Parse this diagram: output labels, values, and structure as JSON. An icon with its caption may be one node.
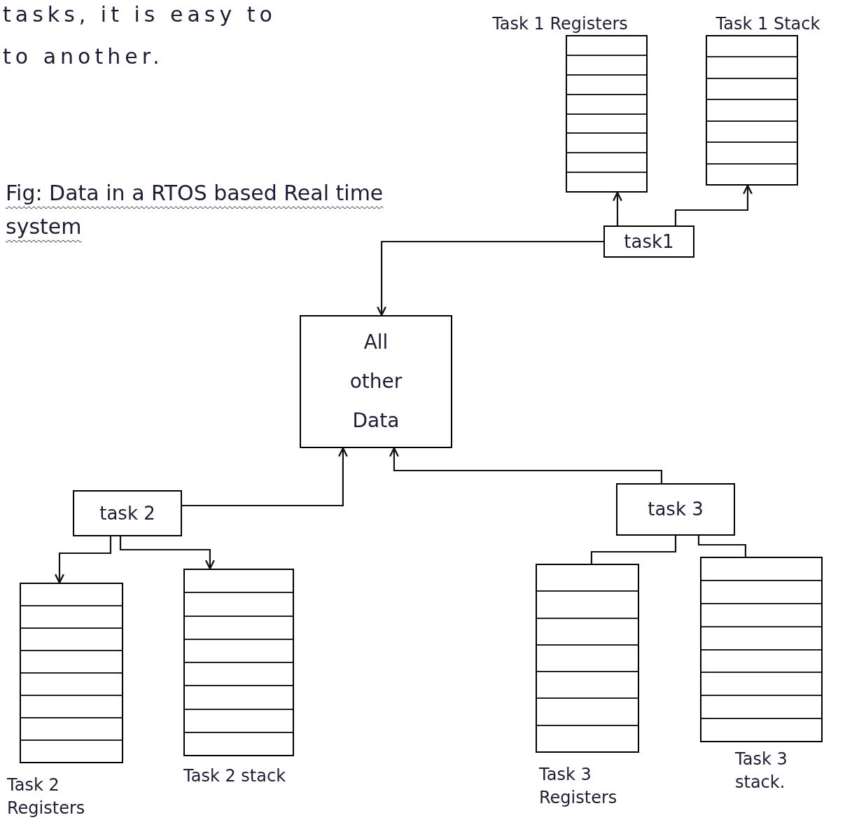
{
  "diagram": {
    "caption": "Fig: Data in a RTOS based Real time system",
    "nodes": [
      {
        "text": [
          "Task 1 Registers"
        ]
      },
      {
        "text": [
          "Task 1 Stack"
        ]
      },
      {
        "text": [
          "task1"
        ]
      },
      {
        "text": [
          "All other Data"
        ]
      },
      {
        "text": [
          "task 2"
        ]
      },
      {
        "text": [
          "Task 2 Registers"
        ]
      },
      {
        "text": [
          "Task 2 stack"
        ]
      },
      {
        "text": [
          "task 3"
        ]
      },
      {
        "text": [
          "Task 3 Registers"
        ]
      },
      {
        "text": [
          "Task 3 stack."
        ]
      }
    ],
    "edges": [
      {
        "from": 2,
        "to": 0,
        "arrow": "to"
      },
      {
        "from": 2,
        "to": 1,
        "arrow": "to"
      },
      {
        "from": 2,
        "to": 3,
        "arrow": "to"
      },
      {
        "from": 4,
        "to": 3,
        "arrow": "to"
      },
      {
        "from": 7,
        "to": 3,
        "arrow": "to"
      },
      {
        "from": 4,
        "to": 5,
        "arrow": "to"
      },
      {
        "from": 4,
        "to": 6,
        "arrow": "to"
      },
      {
        "from": 7,
        "to": 8,
        "arrow": "none"
      },
      {
        "from": 7,
        "to": 9,
        "arrow": "none"
      }
    ],
    "labels": [
      "tasks, it is easy to",
      "to another."
    ]
  }
}
